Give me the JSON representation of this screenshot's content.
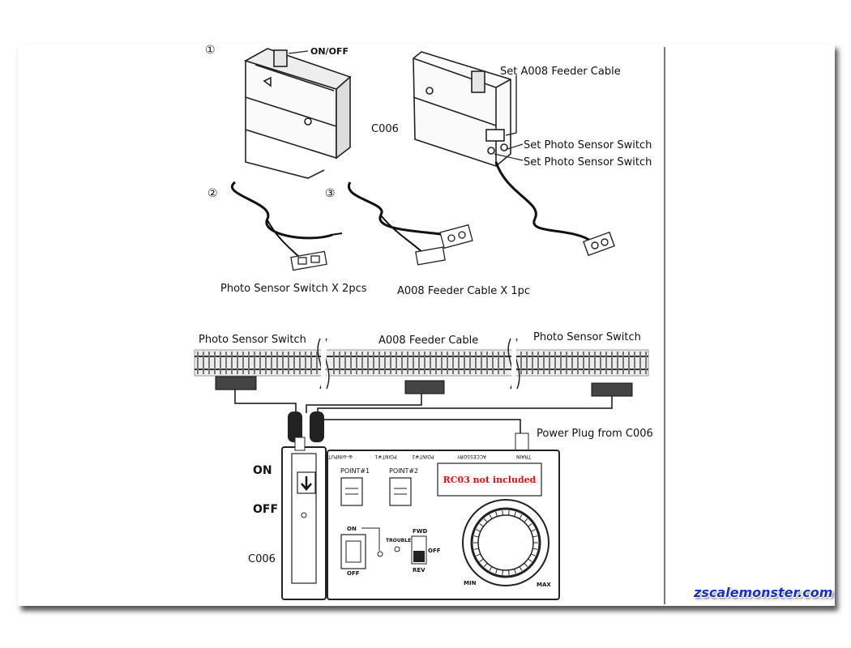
{
  "steps": {
    "one": "①",
    "two": "②",
    "three": "③"
  },
  "top": {
    "on_off": "ON/OFF",
    "model": "C006",
    "set_feeder": "Set  A008 Feeder Cable",
    "set_sensor_1": "Set Photo Sensor Switch",
    "set_sensor_2": "Set Photo Sensor Switch"
  },
  "parts": {
    "sensor_qty": "Photo Sensor Switch  X 2pcs",
    "feeder_qty": "A008 Feeder Cable X 1pc"
  },
  "wiring": {
    "sensor_left": "Photo Sensor Switch",
    "feeder": "A008 Feeder Cable",
    "sensor_right": "Photo Sensor Switch",
    "power_plug": "Power Plug from C006",
    "on": "ON",
    "off": "OFF",
    "model": "C006"
  },
  "controller": {
    "ports": [
      "TRAIN",
      "ACCESSORY",
      "POINT#2",
      "POINT#1",
      "⊕-⊖INPUT"
    ],
    "point1": "POINT#1",
    "point2": "POINT#2",
    "notice": "RC03 not included",
    "on": "ON",
    "off": "OFF",
    "trouble": "TROUBLE",
    "fwd": "FWD",
    "switch_off": "OFF",
    "rev": "REV",
    "min": "MIN",
    "max": "MAX"
  },
  "watermark": "zscalemonster.com",
  "colors": {
    "notice": "#e01010",
    "watermark": "#1a2fc9"
  }
}
